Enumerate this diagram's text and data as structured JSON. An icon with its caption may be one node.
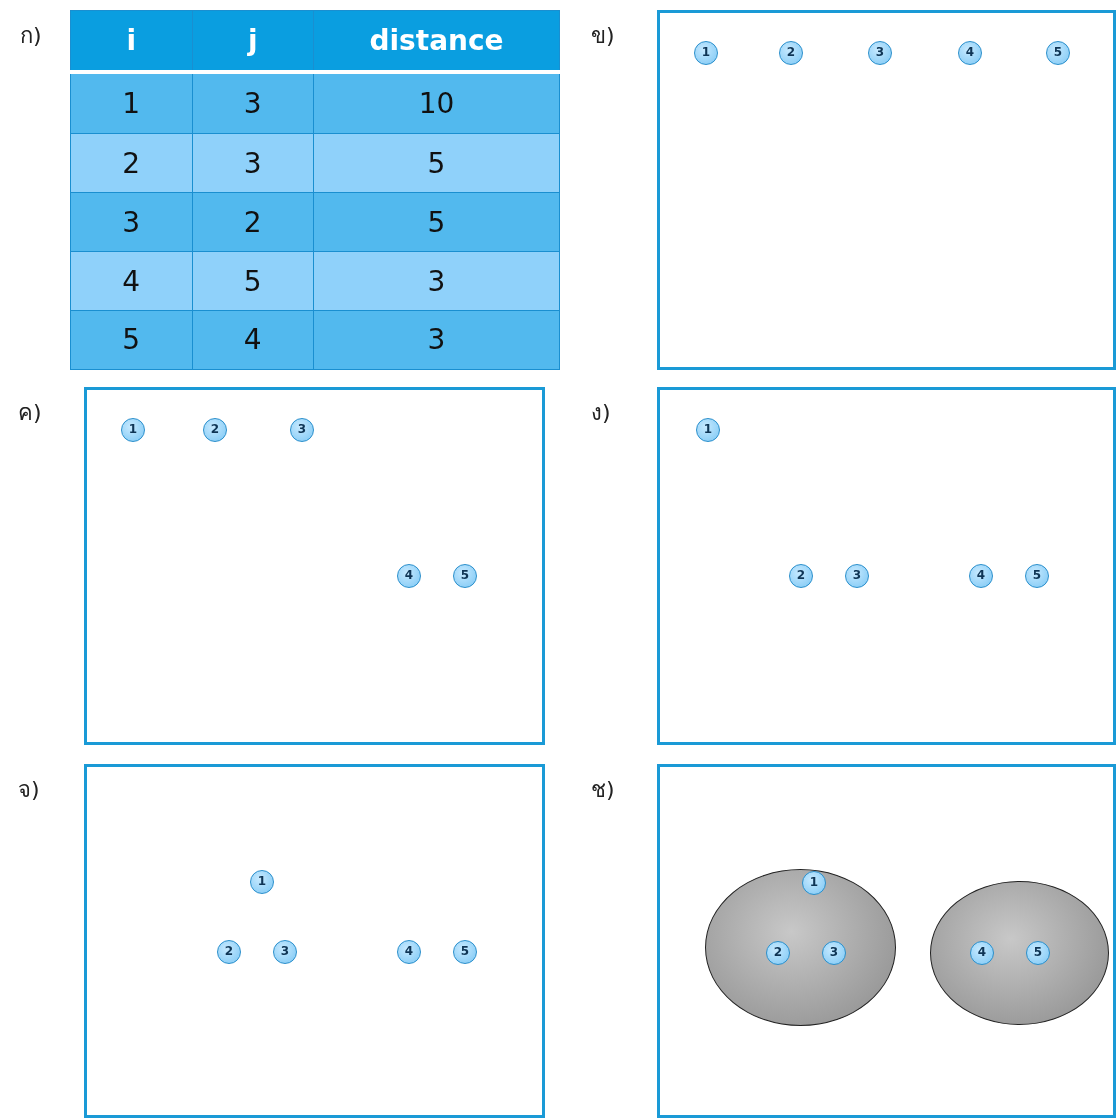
{
  "diagram": {
    "nodes": [
      {
        "text": [
          "ข)"
        ]
      },
      {
        "text": [
          "1"
        ],
        "in": 0
      },
      {
        "text": [
          "2"
        ],
        "in": 0
      },
      {
        "text": [
          "3"
        ],
        "in": 0
      },
      {
        "text": [
          "4"
        ],
        "in": 0
      },
      {
        "text": [
          "5"
        ],
        "in": 0
      },
      {
        "text": [
          "ค)"
        ]
      },
      {
        "text": [
          "1"
        ],
        "in": 6
      },
      {
        "text": [
          "2"
        ],
        "in": 6
      },
      {
        "text": [
          "3"
        ],
        "in": 6
      },
      {
        "text": [
          "4"
        ],
        "in": 6
      },
      {
        "text": [
          "5"
        ],
        "in": 6
      },
      {
        "text": [
          "ง)"
        ]
      },
      {
        "text": [
          "1"
        ],
        "in": 12
      },
      {
        "text": [
          "2"
        ],
        "in": 12
      },
      {
        "text": [
          "3"
        ],
        "in": 12
      },
      {
        "text": [
          "4"
        ],
        "in": 12
      },
      {
        "text": [
          "5"
        ],
        "in": 12
      },
      {
        "text": [
          "จ)"
        ]
      },
      {
        "text": [
          "1"
        ],
        "in": 18
      },
      {
        "text": [
          "2"
        ],
        "in": 18
      },
      {
        "text": [
          "3"
        ],
        "in": 18
      },
      {
        "text": [
          "4"
        ],
        "in": 18
      },
      {
        "text": [
          "5"
        ],
        "in": 18
      },
      {
        "text": [
          "ช)"
        ]
      },
      {
        "text": [],
        "shape": "ellipse",
        "in": 24
      },
      {
        "text": [],
        "shape": "ellipse",
        "in": 24
      },
      {
        "text": [
          "1"
        ],
        "in": 25
      },
      {
        "text": [
          "2"
        ],
        "in": 25
      },
      {
        "text": [
          "3"
        ],
        "in": 25
      },
      {
        "text": [
          "4"
        ],
        "in": 26
      },
      {
        "text": [
          "5"
        ],
        "in": 26
      }
    ],
    "edges": [],
    "labels": [
      "ก)",
      "i",
      "j",
      "distance",
      "1",
      "3",
      "10",
      "2",
      "3",
      "5",
      "3",
      "2",
      "5",
      "4",
      "5",
      "3",
      "5",
      "4",
      "3"
    ]
  }
}
